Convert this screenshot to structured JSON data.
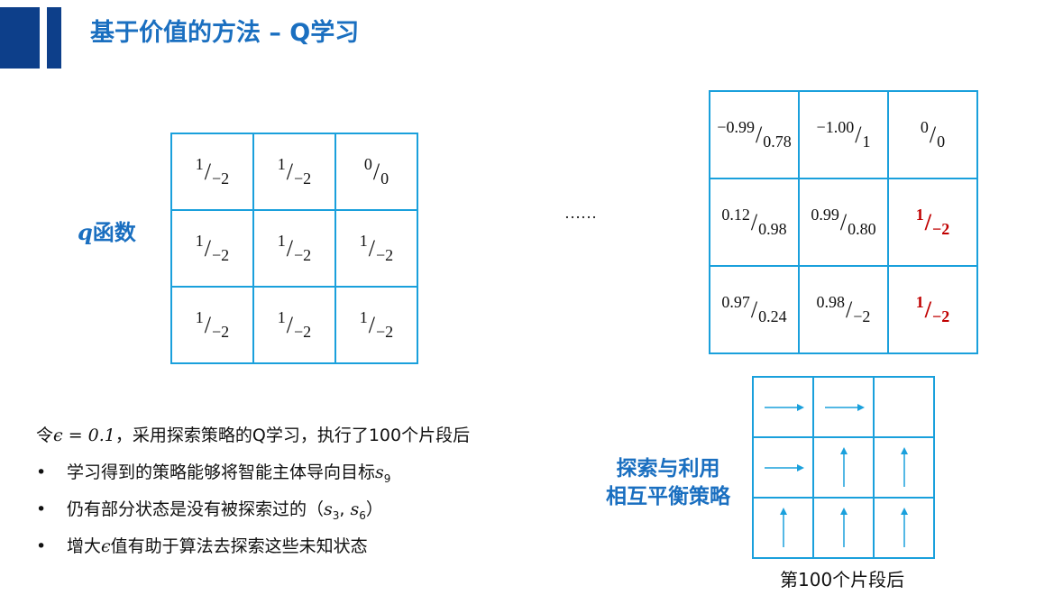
{
  "header": {
    "title": "基于价值的方法 – Q学习"
  },
  "q_label": {
    "var": "q",
    "text": "函数"
  },
  "left_grid": [
    [
      "1",
      "−2"
    ],
    [
      "1",
      "−2"
    ],
    [
      "0",
      "0"
    ],
    [
      "1",
      "−2"
    ],
    [
      "1",
      "−2"
    ],
    [
      "1",
      "−2"
    ],
    [
      "1",
      "−2"
    ],
    [
      "1",
      "−2"
    ],
    [
      "1",
      "−2"
    ]
  ],
  "ellipsis": "……",
  "right_grid": [
    {
      "num": "−0.99",
      "den": "0.78",
      "highlight": false
    },
    {
      "num": "−1.00",
      "den": "1",
      "highlight": false
    },
    {
      "num": "0",
      "den": "0",
      "highlight": false
    },
    {
      "num": "0.12",
      "den": "0.98",
      "highlight": false
    },
    {
      "num": "0.99",
      "den": "0.80",
      "highlight": false
    },
    {
      "num": "1",
      "den": "−2",
      "highlight": true
    },
    {
      "num": "0.97",
      "den": "0.24",
      "highlight": false
    },
    {
      "num": "0.98",
      "den": "−2",
      "highlight": false
    },
    {
      "num": "1",
      "den": "−2",
      "highlight": true
    }
  ],
  "policy_grid": [
    "right",
    "right",
    "none",
    "right",
    "up",
    "up",
    "up",
    "up",
    "up"
  ],
  "policy_label": [
    "探索与利用",
    "相互平衡策略"
  ],
  "policy_caption": "第100个片段后",
  "text": {
    "intro_a": "令",
    "intro_math": "ϵ = 0.1",
    "intro_b": "，采用探索策略的Q学习，执行了100个片段后",
    "bullet": "•",
    "b1": "学习得到的策略能够将智能主体导向目标",
    "b1_math": "s",
    "b1_sub": "9",
    "b2": "仍有部分状态是没有被探索过的（",
    "b2_math": "s",
    "b2_sub1": "3",
    "b2_sep": ", ",
    "b2_sub2": "6",
    "b2_end": "）",
    "b3_a": "增大",
    "b3_math": "ϵ",
    "b3_b": "值有助于算法去探索这些未知状态"
  },
  "colors": {
    "accent": "#1a6fc0",
    "grid": "#1aa0dc",
    "highlight": "#c00000",
    "bar": "#0d3f8a"
  }
}
